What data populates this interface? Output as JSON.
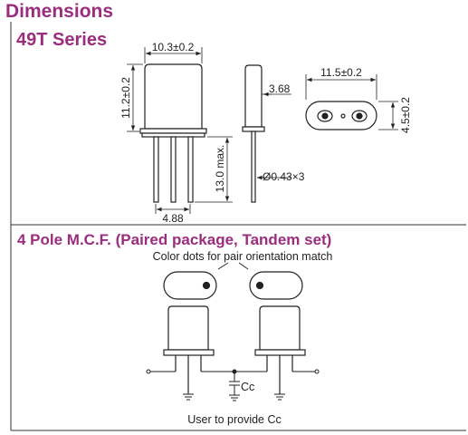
{
  "title": "Dimensions",
  "series_label": "49T Series",
  "dimensions": {
    "width": "10.3±0.2",
    "height": "11.2±0.2",
    "lead_length": "13.0 max.",
    "pitch": "4.88",
    "thickness": "3.68",
    "lead_dia": "Ø0.43×3",
    "base_width": "11.5±0.2",
    "base_height": "4.5±0.2"
  },
  "mcf": {
    "heading": "4 Pole M.C.F. (Paired package, Tandem set)",
    "color_note": "Color dots for pair orientation match",
    "cc_label": "Cc",
    "user_note": "User to provide Cc"
  }
}
